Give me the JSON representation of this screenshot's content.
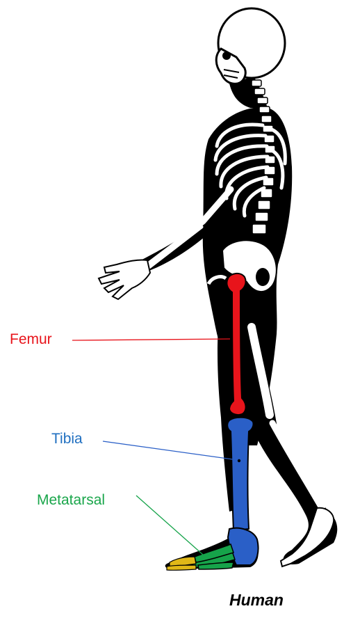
{
  "labels": {
    "femur": "Femur",
    "tibia": "Tibia",
    "metatarsal": "Metatarsal"
  },
  "caption": "Human",
  "colors": {
    "femur": "#e8141b",
    "tibia": "#2a5fc7",
    "metatarsal": "#16a34a",
    "phalanges": "#e0b818",
    "tibia_label": "#1f6fc0",
    "metatarsal_label": "#1aa64b",
    "body": "#000000",
    "bone": "#ffffff"
  },
  "icons": {
    "figure": "human-skeleton-side-view"
  }
}
